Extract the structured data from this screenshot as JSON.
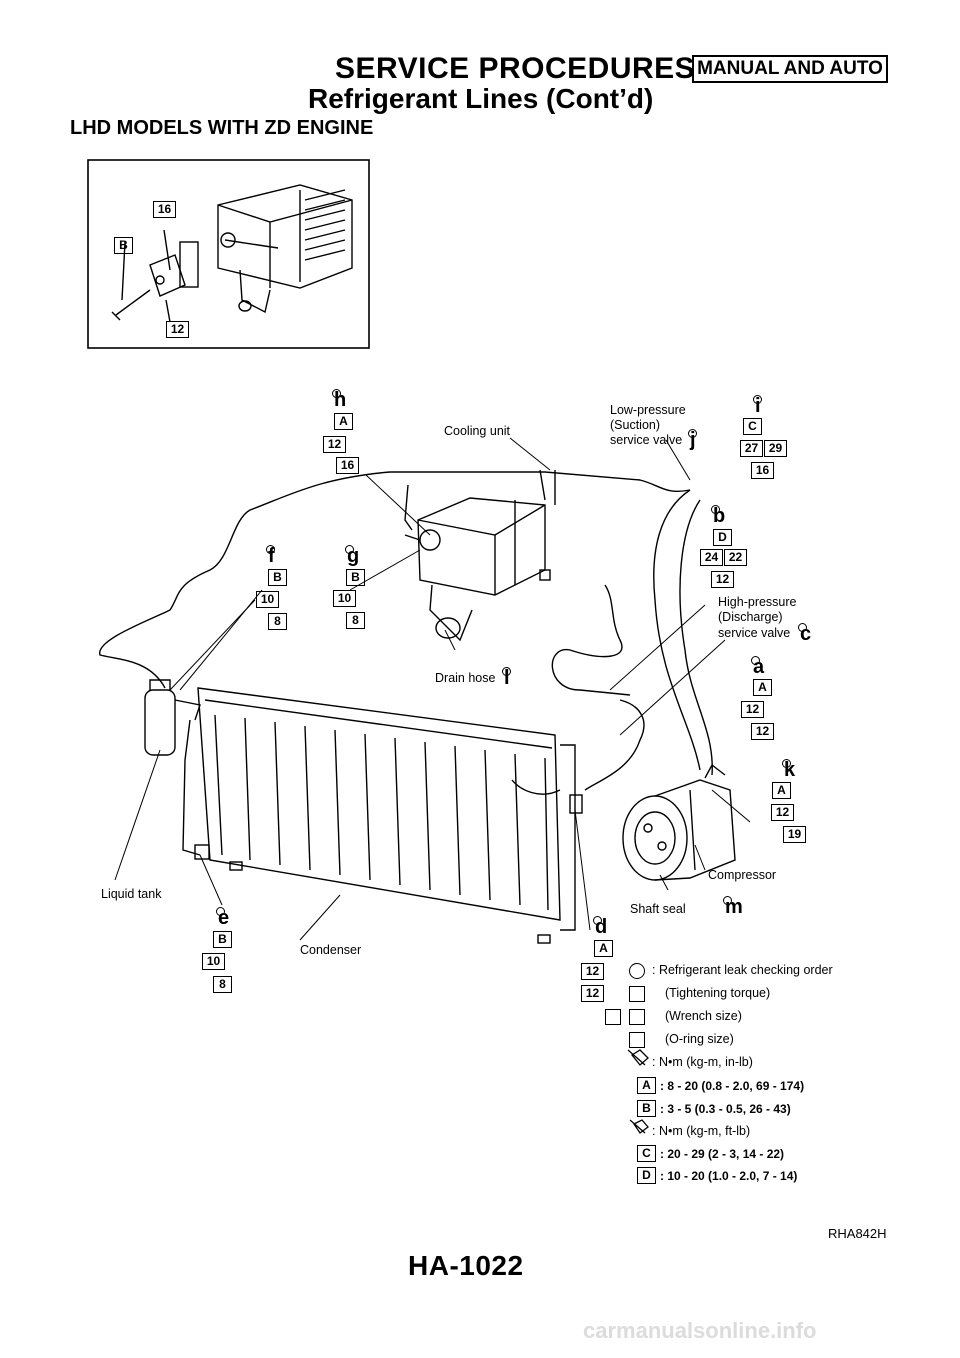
{
  "header": {
    "title": "SERVICE PROCEDURES",
    "badge": "MANUAL AND AUTO",
    "subtitle": "Refrigerant Lines (Cont’d)"
  },
  "section_title": "LHD MODELS WITH ZD ENGINE",
  "callouts": {
    "cooling_unit": "Cooling unit",
    "low_pressure_1": "Low-pressure",
    "low_pressure_2": "(Suction)",
    "low_pressure_3": "service valve",
    "high_pressure_1": "High-pressure",
    "high_pressure_2": "(Discharge)",
    "high_pressure_3": "service valve",
    "drain_hose": "Drain hose",
    "liquid_tank": "Liquid tank",
    "condenser": "Condenser",
    "compressor": "Compressor",
    "shaft_seal": "Shaft seal"
  },
  "markers": {
    "inset_16": "16",
    "inset_B": "B",
    "inset_12": "12",
    "h": "h",
    "h_A": "A",
    "h_12": "12",
    "h_16": "16",
    "i": "i",
    "i_C": "C",
    "i_27": "27",
    "i_29": "29",
    "i_16": "16",
    "j": "j",
    "b": "b",
    "b_D": "D",
    "b_24": "24",
    "b_22": "22",
    "b_12": "12",
    "c": "c",
    "f": "f",
    "f_B": "B",
    "f_10": "10",
    "f_8": "8",
    "g": "g",
    "g_B": "B",
    "g_10": "10",
    "g_8": "8",
    "l": "l",
    "a": "a",
    "a_A": "A",
    "a_12a": "12",
    "a_12b": "12",
    "k": "k",
    "k_A": "A",
    "k_12": "12",
    "k_19": "19",
    "m": "m",
    "e": "e",
    "e_B": "B",
    "e_10": "10",
    "e_8": "8",
    "d": "d",
    "d_A": "A",
    "d_12a": "12",
    "d_12b": "12"
  },
  "legend": {
    "leak_order": ": Refrigerant leak checking order",
    "tightening": "(Tightening torque)",
    "wrench": "(Wrench size)",
    "oring": "(O-ring size)",
    "unit_in": ": N•m (kg-m, in-lb)",
    "A": "A",
    "A_val": ": 8 - 20 (0.8 - 2.0, 69 - 174)",
    "B": "B",
    "B_val": ": 3 - 5 (0.3 - 0.5, 26 - 43)",
    "unit_ft": ": N•m (kg-m, ft-lb)",
    "C": "C",
    "C_val": ": 20 - 29 (2 - 3, 14 - 22)",
    "D": "D",
    "D_val": ": 10 - 20 (1.0 - 2.0, 7 - 14)"
  },
  "figure_code": "RHA842H",
  "page_number": "HA-1022",
  "watermark": "carmanualsonline.info"
}
